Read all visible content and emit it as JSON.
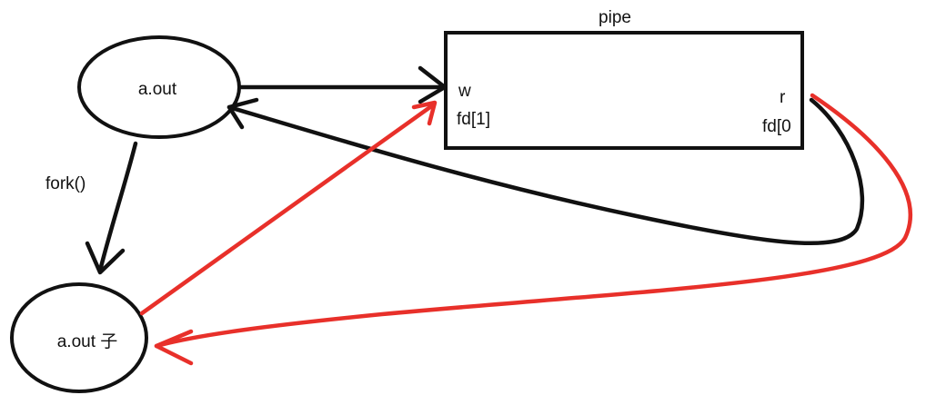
{
  "pipe": {
    "title": "pipe",
    "write_end": "w",
    "write_fd": "fd[1]",
    "read_end": "r",
    "read_fd": "fd[0"
  },
  "parent_process": {
    "label": "a.out"
  },
  "child_process": {
    "label": "a.out 子"
  },
  "fork_label": "fork()",
  "colors": {
    "parent_arrow": "#111111",
    "child_arrow": "#e8302a",
    "outline": "#111111"
  }
}
